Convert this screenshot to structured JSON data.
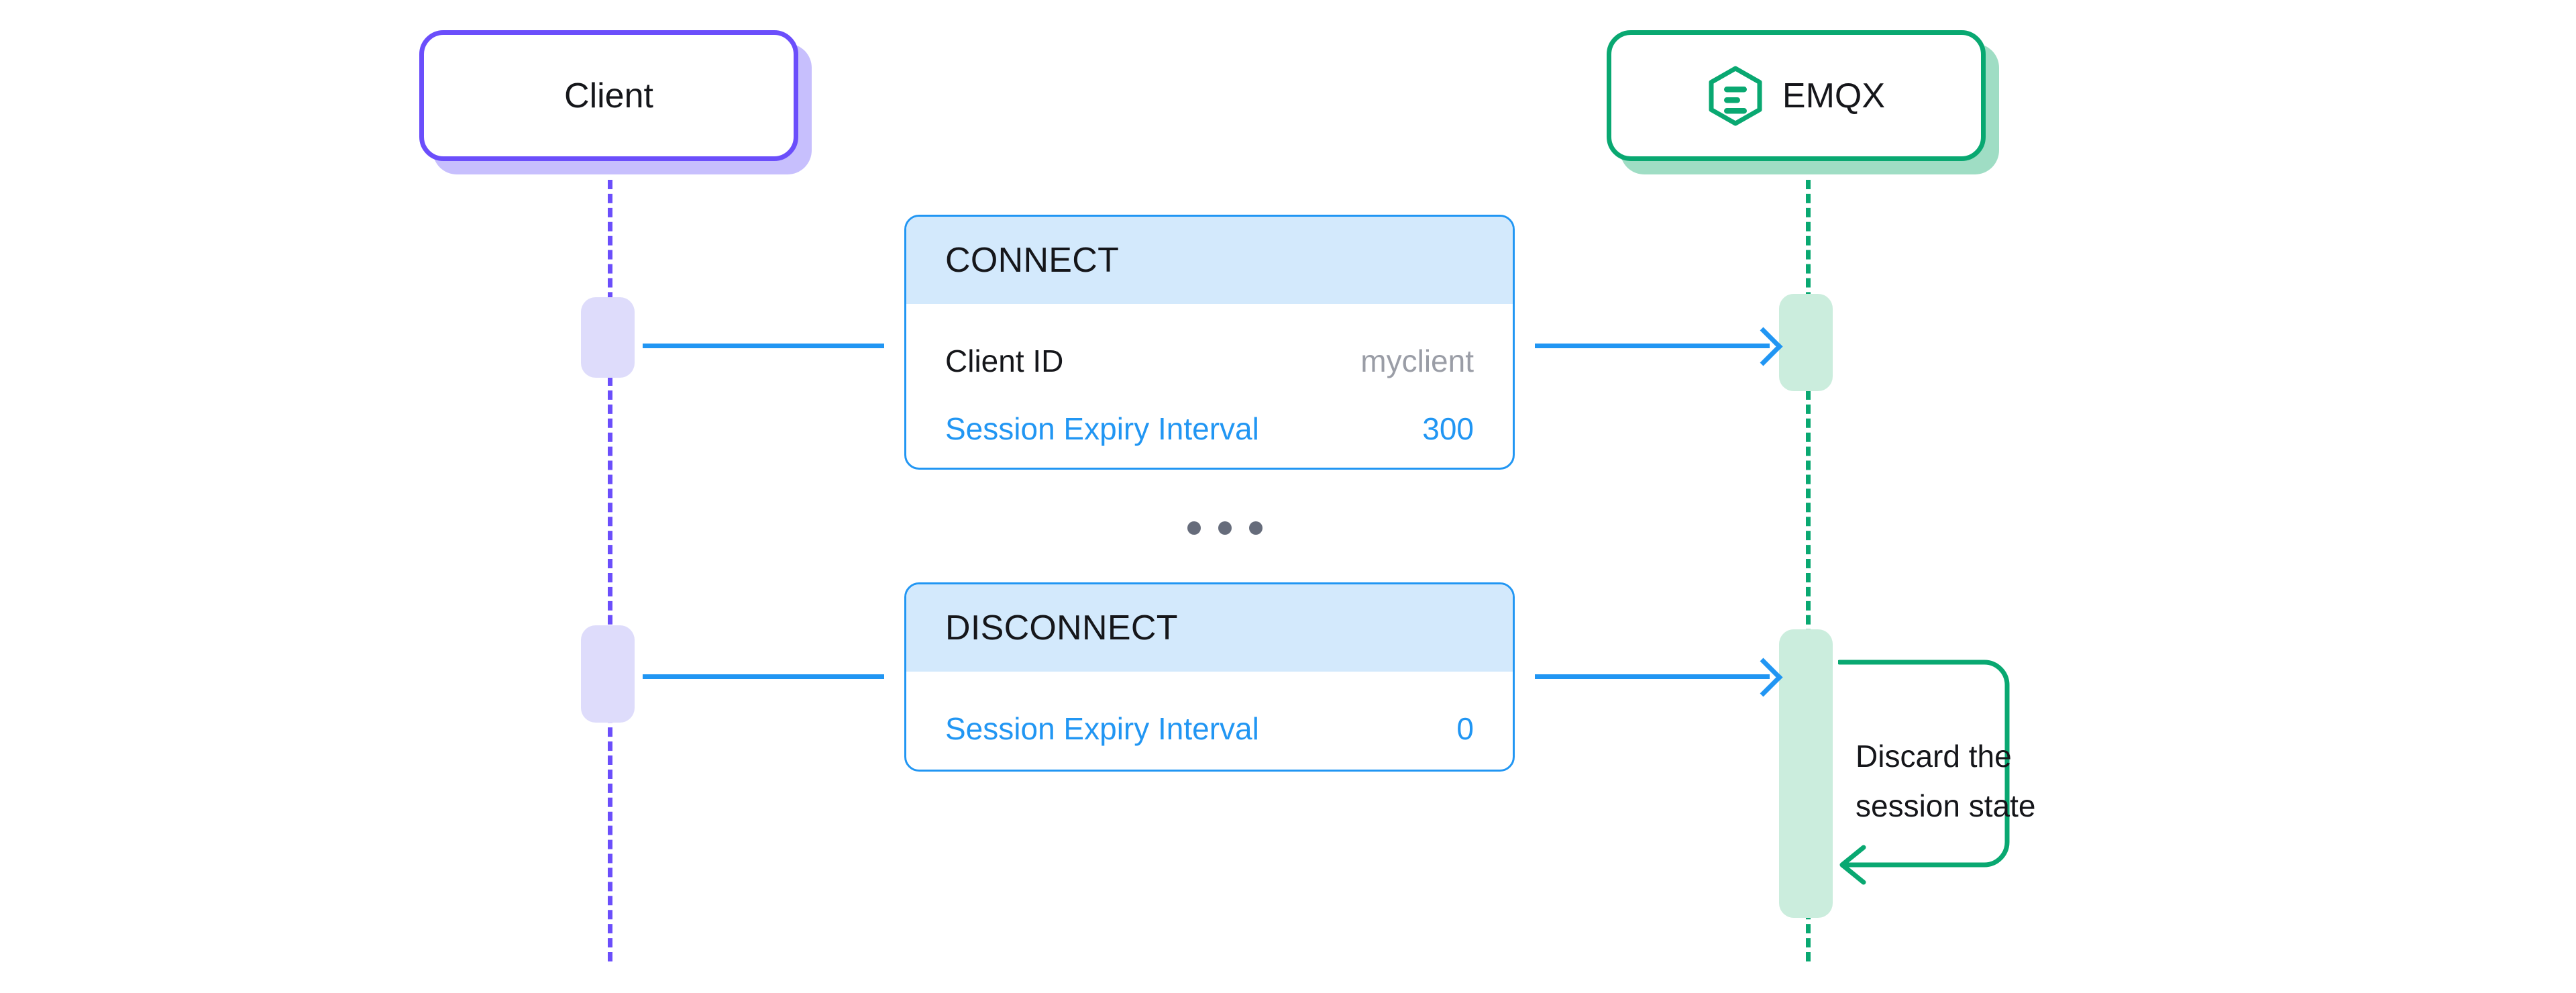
{
  "diagram": {
    "type": "sequence-diagram",
    "title": "MQTT Session Expiry Interval sequence"
  },
  "participants": [
    {
      "id": "client",
      "label": "Client",
      "icon": null,
      "accent": "#6B4EFB",
      "shadow": "#C7BFFD"
    },
    {
      "id": "emqx",
      "label": "EMQX",
      "icon": "emqx-logo-icon",
      "accent": "#09A871",
      "shadow": "#9FDDC4"
    }
  ],
  "messages": [
    {
      "id": "connect",
      "title": "CONNECT",
      "direction": "client-to-emqx",
      "rows": [
        {
          "key": "Client ID",
          "value": "myclient",
          "key_style": "default",
          "value_style": "muted"
        },
        {
          "key": "Session Expiry Interval",
          "value": "300",
          "key_style": "accent",
          "value_style": "accent"
        }
      ]
    },
    {
      "id": "disconnect",
      "title": "DISCONNECT",
      "direction": "client-to-emqx",
      "rows": [
        {
          "key": "Session Expiry Interval",
          "value": "0",
          "key_style": "accent",
          "value_style": "accent"
        }
      ]
    }
  ],
  "ellipsis": {
    "symbol": "• • •",
    "dots": 3
  },
  "note": {
    "owner": "emqx",
    "lines": [
      "Discard the",
      "session state"
    ],
    "line1": "Discard the",
    "line2": "session state",
    "color": "#09A871"
  },
  "colors": {
    "client_accent": "#6B4EFB",
    "client_activation": "#DEDCFB",
    "emqx_accent": "#09A871",
    "emqx_activation": "#CBEDDD",
    "message_border": "#2196F3",
    "message_header_bg": "#D3E9FC",
    "arrow": "#2196F3",
    "muted_text": "#9A9DA6",
    "body_text": "#15161a",
    "ellipsis_dot": "#666C7B",
    "background": "#FFFFFF"
  }
}
